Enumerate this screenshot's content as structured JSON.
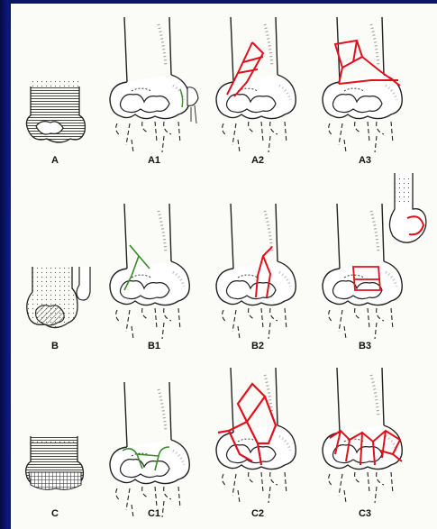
{
  "panels": [
    {
      "id": "A",
      "label": "A"
    },
    {
      "id": "A1",
      "label": "A1"
    },
    {
      "id": "A2",
      "label": "A2"
    },
    {
      "id": "A3",
      "label": "A3"
    },
    {
      "id": "B",
      "label": "B"
    },
    {
      "id": "B1",
      "label": "B1"
    },
    {
      "id": "B2",
      "label": "B2"
    },
    {
      "id": "B3",
      "label": "B3"
    },
    {
      "id": "C",
      "label": "C"
    },
    {
      "id": "C1",
      "label": "C1"
    },
    {
      "id": "C2",
      "label": "C2"
    },
    {
      "id": "C3",
      "label": "C3"
    }
  ],
  "colors": {
    "background": "#0d1a8a",
    "plate": "#fbfbf7",
    "outline": "#222222",
    "fracture_red": "#e0101c",
    "fracture_green": "#3a8a2a"
  }
}
